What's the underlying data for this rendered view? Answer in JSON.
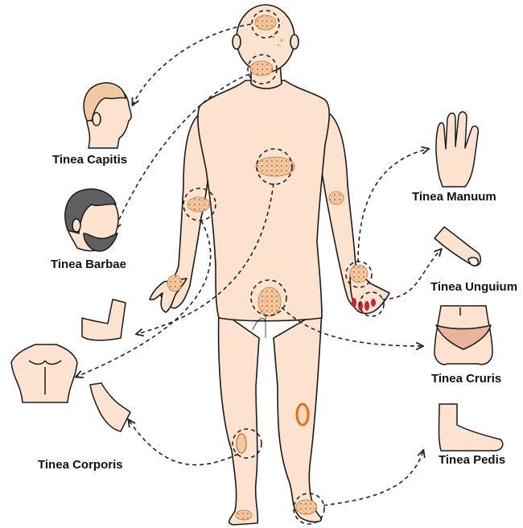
{
  "colors": {
    "skin": "#fde3cf",
    "outline": "#1a1a1a",
    "lesion": "#e2a46a",
    "lesion_dark": "#b85c1e",
    "hair": "#5a5a5a",
    "nail": "#c9252c",
    "underwear": "#e8b59a",
    "dash": "#222222"
  },
  "labels": {
    "capitis": "Tinea Capitis",
    "barbae": "Tinea Barbae",
    "corporis": "Tinea Corporis",
    "manuum": "Tinea Manuum",
    "unguium": "Tinea Unguium",
    "cruris": "Tinea Cruris",
    "pedis": "Tinea Pedis"
  },
  "icons": [
    "head-profile-icon",
    "bearded-head-icon",
    "arm-icon",
    "torso-icon",
    "knee-icon",
    "hand-icon",
    "finger-icon",
    "hips-icon",
    "foot-icon"
  ]
}
